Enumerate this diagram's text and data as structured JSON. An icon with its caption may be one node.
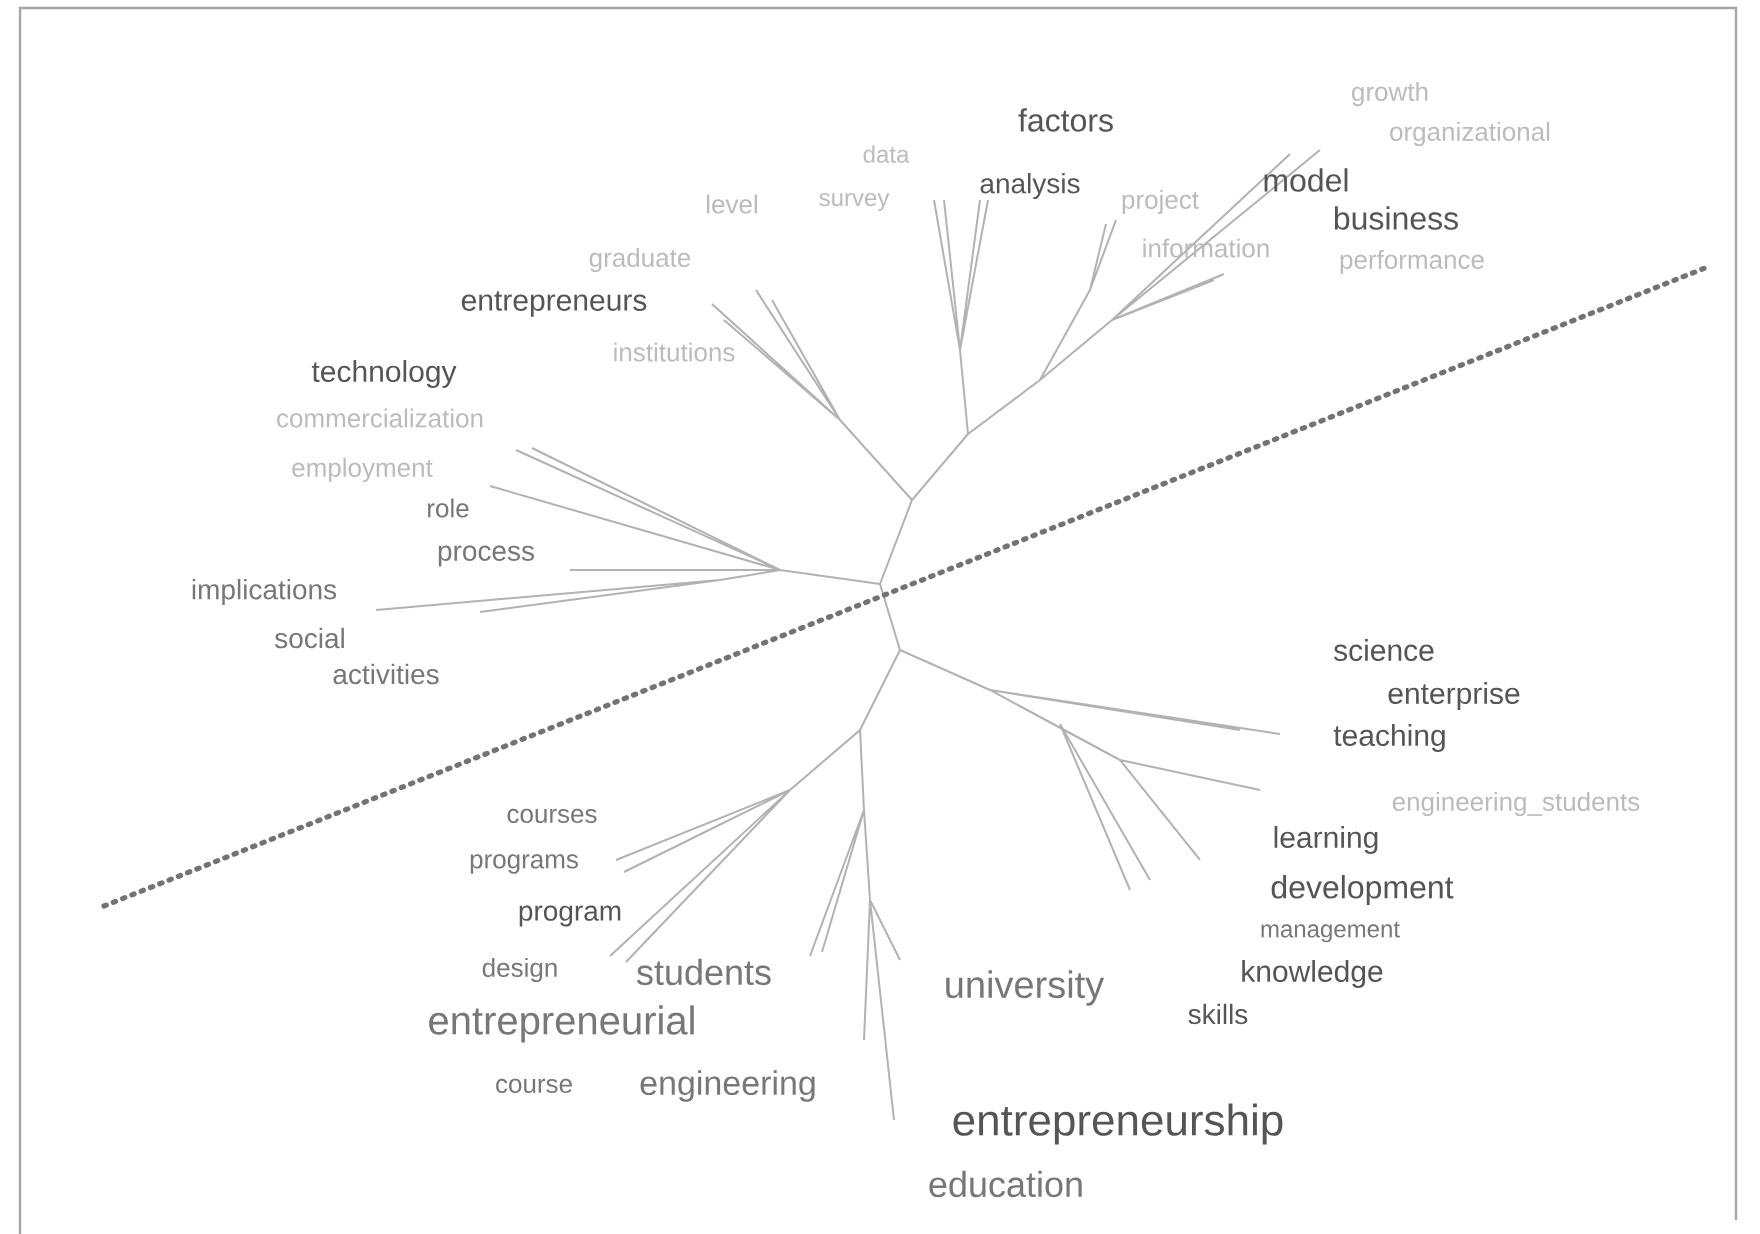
{
  "diagram": {
    "labels": [
      "growth",
      "factors",
      "organizational",
      "data",
      "level",
      "survey",
      "analysis",
      "project",
      "model",
      "business",
      "graduate",
      "information",
      "performance",
      "entrepreneurs",
      "institutions",
      "technology",
      "commercialization",
      "employment",
      "role",
      "process",
      "implications",
      "social",
      "activities",
      "science",
      "enterprise",
      "teaching",
      "engineering_students",
      "courses",
      "learning",
      "programs",
      "development",
      "program",
      "management",
      "design",
      "students",
      "university",
      "knowledge",
      "entrepreneurial",
      "skills",
      "course",
      "engineering",
      "entrepreneurship",
      "education"
    ]
  }
}
